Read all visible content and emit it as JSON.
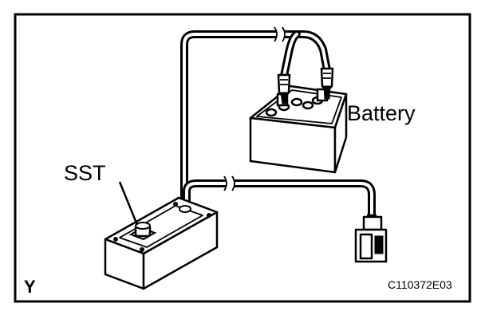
{
  "labels": {
    "battery": "Battery",
    "sst": "SST",
    "corner_letter": "Y",
    "figure_code": "C110372E03"
  },
  "colors": {
    "ink": "#000000",
    "paper": "#ffffff"
  }
}
